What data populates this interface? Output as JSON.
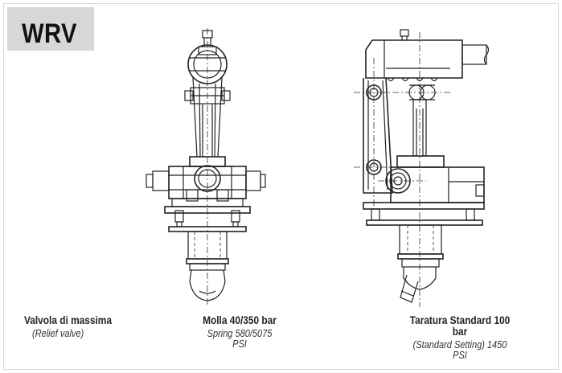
{
  "title": "WRV",
  "captions": {
    "left": {
      "main": "Valvola di massima",
      "sub": "(Relief valve)"
    },
    "middle": {
      "main": "Molla 40/350 bar",
      "sub": "Spring 580/5075 PSI"
    },
    "right": {
      "main": "Taratura Standard 100 bar",
      "sub": "(Standard Setting) 1450 PSI"
    }
  }
}
